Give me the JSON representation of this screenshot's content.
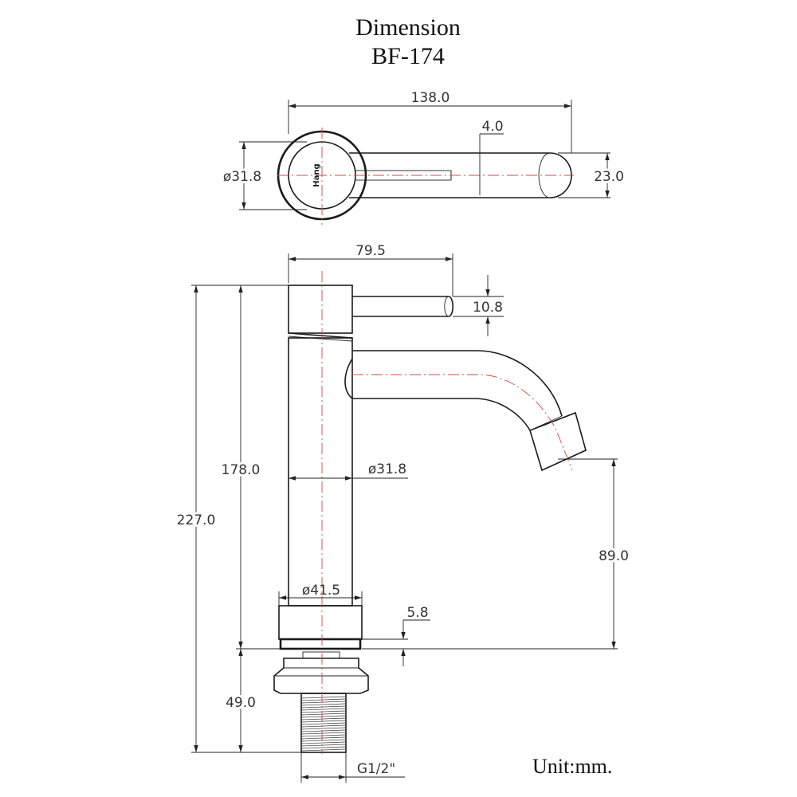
{
  "title": {
    "line1": "Dimension",
    "line2": "BF-174"
  },
  "unit_label": "Unit:mm.",
  "logo_text": "Hang",
  "dimensions": {
    "top_total_length": "138.0",
    "top_slot_width": "4.0",
    "top_body_diameter": "ø31.8",
    "top_handle_width": "23.0",
    "handle_length": "79.5",
    "handle_diameter": "10.8",
    "above_deck_height": "178.0",
    "total_height": "227.0",
    "body_diameter": "ø31.8",
    "spout_outlet_height": "89.0",
    "base_diameter": "ø41.5",
    "base_thickness": "5.8",
    "shank_length": "49.0",
    "thread_size": "G1/2\""
  },
  "colors": {
    "outline": "#1a1a1a",
    "centerline": "#d04848",
    "text": "#333333"
  }
}
